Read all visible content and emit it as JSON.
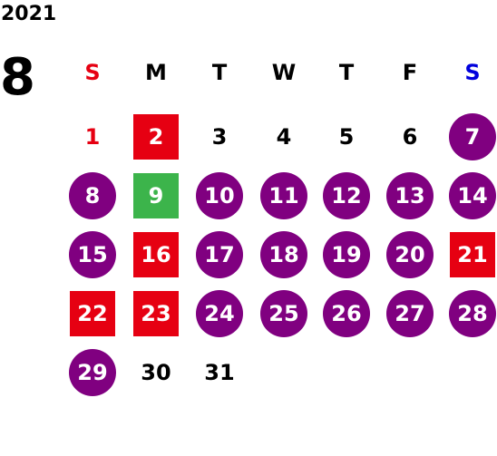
{
  "year": "2021",
  "month": "8",
  "colors": {
    "sunday": "#e60012",
    "saturday": "#0000dd",
    "purple": "#800080",
    "red": "#e60012",
    "green": "#3cb44b",
    "text": "#000000"
  },
  "weekdays": [
    "S",
    "M",
    "T",
    "W",
    "T",
    "F",
    "S"
  ],
  "days": [
    {
      "d": "1",
      "style": "sun"
    },
    {
      "d": "2",
      "style": "red"
    },
    {
      "d": "3",
      "style": "plain"
    },
    {
      "d": "4",
      "style": "plain"
    },
    {
      "d": "5",
      "style": "plain"
    },
    {
      "d": "6",
      "style": "plain"
    },
    {
      "d": "7",
      "style": "purple"
    },
    {
      "d": "8",
      "style": "purple"
    },
    {
      "d": "9",
      "style": "green"
    },
    {
      "d": "10",
      "style": "purple"
    },
    {
      "d": "11",
      "style": "purple"
    },
    {
      "d": "12",
      "style": "purple"
    },
    {
      "d": "13",
      "style": "purple"
    },
    {
      "d": "14",
      "style": "purple"
    },
    {
      "d": "15",
      "style": "purple"
    },
    {
      "d": "16",
      "style": "red"
    },
    {
      "d": "17",
      "style": "purple"
    },
    {
      "d": "18",
      "style": "purple"
    },
    {
      "d": "19",
      "style": "purple"
    },
    {
      "d": "20",
      "style": "purple"
    },
    {
      "d": "21",
      "style": "red"
    },
    {
      "d": "22",
      "style": "red"
    },
    {
      "d": "23",
      "style": "red"
    },
    {
      "d": "24",
      "style": "purple"
    },
    {
      "d": "25",
      "style": "purple"
    },
    {
      "d": "26",
      "style": "purple"
    },
    {
      "d": "27",
      "style": "purple"
    },
    {
      "d": "28",
      "style": "purple"
    },
    {
      "d": "29",
      "style": "purple"
    },
    {
      "d": "30",
      "style": "plain"
    },
    {
      "d": "31",
      "style": "plain"
    }
  ]
}
